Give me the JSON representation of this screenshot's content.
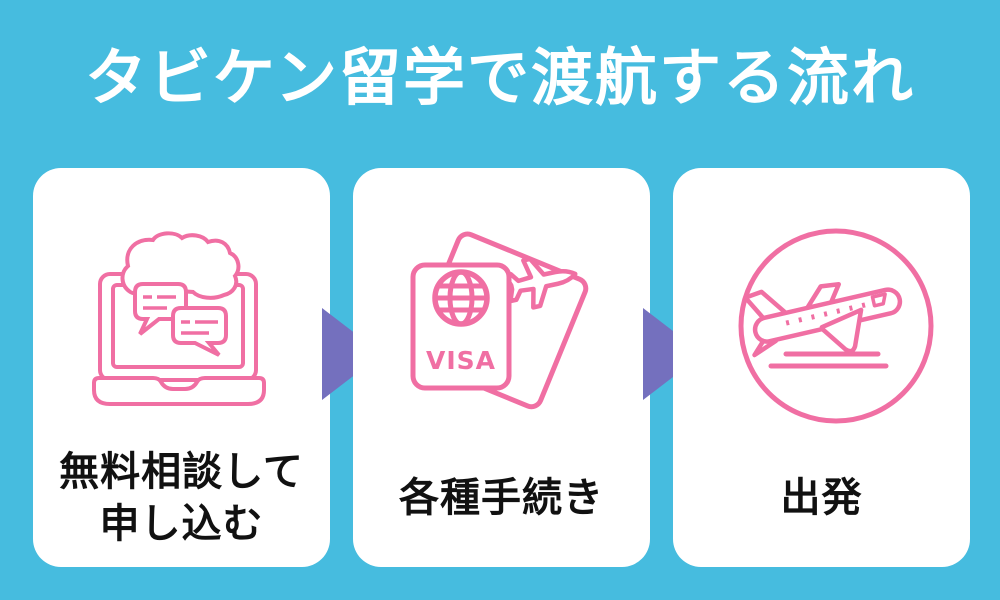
{
  "title": "タビケン留学で渡航する流れ",
  "colors": {
    "background": "#46BCDF",
    "card_background": "#FFFFFF",
    "icon_pink": "#F06FA3",
    "arrow_purple": "#7470BE",
    "title_text": "#FFFFFF",
    "label_text": "#111111"
  },
  "steps": [
    {
      "icon": "laptop-chat-cloud-icon",
      "lines": [
        "無料相談して",
        "申し込む"
      ]
    },
    {
      "icon": "passport-visa-ticket-icon",
      "lines": [
        "各種手続き"
      ],
      "visa_label": "VISA"
    },
    {
      "icon": "airplane-takeoff-circle-icon",
      "lines": [
        "出発"
      ]
    }
  ]
}
